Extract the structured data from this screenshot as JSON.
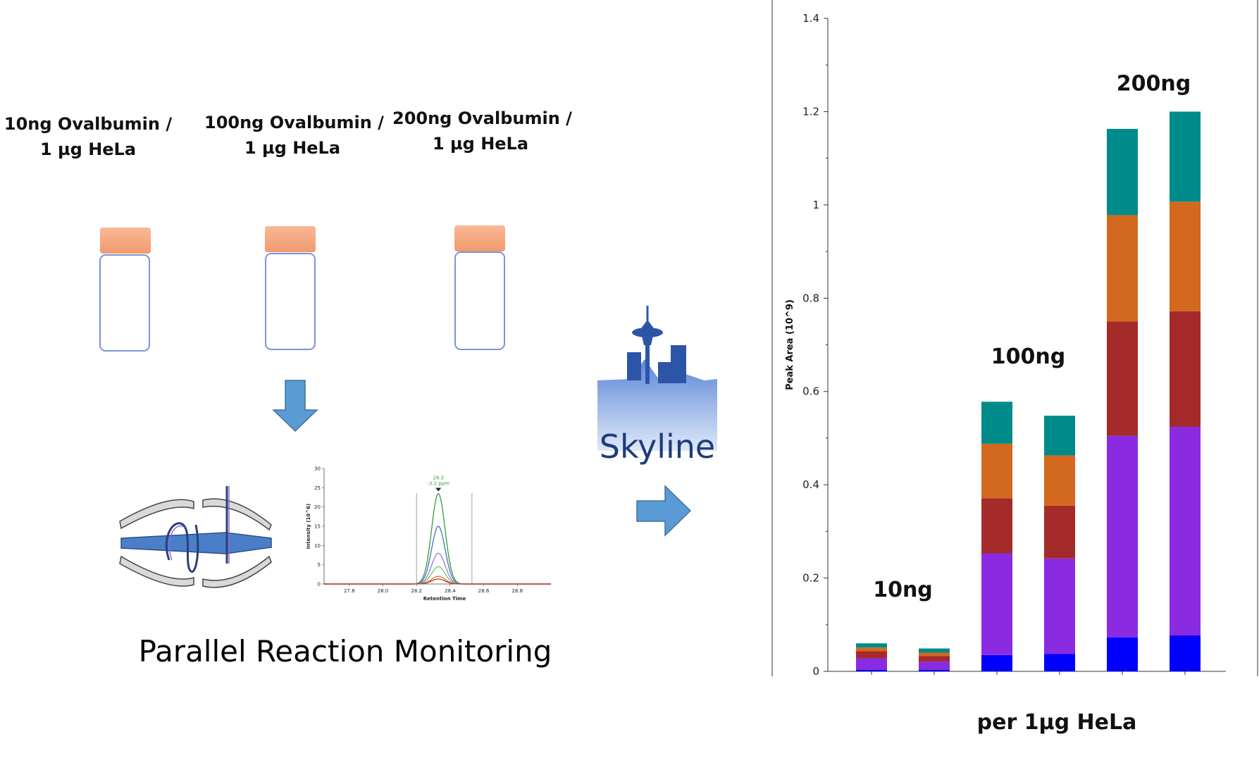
{
  "vials": [
    {
      "line1": "10ng Ovalbumin /",
      "line2": "1 µg HeLa"
    },
    {
      "line1": "100ng Ovalbumin /",
      "line2": "1 µg HeLa"
    },
    {
      "line1": "200ng Ovalbumin /",
      "line2": "1 µg HeLa"
    }
  ],
  "title": "Parallel Reaction Monitoring",
  "logo_text": "Skyline",
  "colors": {
    "cap": "#F6A77F",
    "arrow": "#5B9BD5",
    "logo_blue": "#1f3c7a"
  },
  "icons": [
    "down-arrow-icon",
    "right-arrow-icon",
    "mass-spectrometer-icon",
    "skyline-logo-icon"
  ],
  "mini_chart": {
    "type": "line",
    "xlabel": "Retention Time",
    "ylabel": "Intensity (10^6)",
    "xticks": [
      "27.8",
      "28.0",
      "28.2",
      "28.4",
      "28.6",
      "28.8"
    ],
    "yticks": [
      "0",
      "5",
      "10",
      "15",
      "20",
      "25",
      "30"
    ],
    "peak_label_1": "28.3",
    "peak_label_2": "-3.2 ppm",
    "xlim": [
      27.65,
      29.0
    ],
    "ylim": [
      0,
      30
    ],
    "integration_bounds": [
      28.2,
      28.53
    ],
    "peak_center": 28.33,
    "peak_sigma": 0.04,
    "traces": [
      {
        "color": "#3a9a3a",
        "height": 23.5
      },
      {
        "color": "#3f78c0",
        "height": 15
      },
      {
        "color": "#9a7bd1",
        "height": 8
      },
      {
        "color": "#6cc46c",
        "height": 4.5
      },
      {
        "color": "#e07820",
        "height": 2
      },
      {
        "color": "#c03030",
        "height": 1.3
      }
    ]
  },
  "chart_data": {
    "type": "bar",
    "stacked": true,
    "ylabel": "Peak Area (10^9)",
    "xlabel": "per 1µg HeLa",
    "ylim": [
      0,
      1.4
    ],
    "yticks": [
      "0",
      "0.2",
      "0.4",
      "0.6",
      "0.8",
      "1",
      "1.2",
      "1.4"
    ],
    "grid": false,
    "groups": [
      {
        "label": "10ng",
        "bars": [
          0,
          1
        ],
        "label_value": 0.16
      },
      {
        "label": "100ng",
        "bars": [
          2,
          3
        ],
        "label_value": 0.66
      },
      {
        "label": "200ng",
        "bars": [
          4,
          5
        ],
        "label_value": 1.245
      }
    ],
    "series": [
      {
        "color": "#0000FF",
        "values": [
          0.003,
          0.003,
          0.035,
          0.037,
          0.073,
          0.077
        ]
      },
      {
        "color": "#8A2BE2",
        "values": [
          0.025,
          0.018,
          0.218,
          0.205,
          0.432,
          0.447
        ]
      },
      {
        "color": "#A52A2A",
        "values": [
          0.015,
          0.012,
          0.118,
          0.113,
          0.245,
          0.248
        ]
      },
      {
        "color": "#D2691E",
        "values": [
          0.008,
          0.007,
          0.117,
          0.108,
          0.228,
          0.235
        ]
      },
      {
        "color": "#008B8B",
        "values": [
          0.009,
          0.009,
          0.09,
          0.085,
          0.185,
          0.193
        ]
      }
    ]
  }
}
